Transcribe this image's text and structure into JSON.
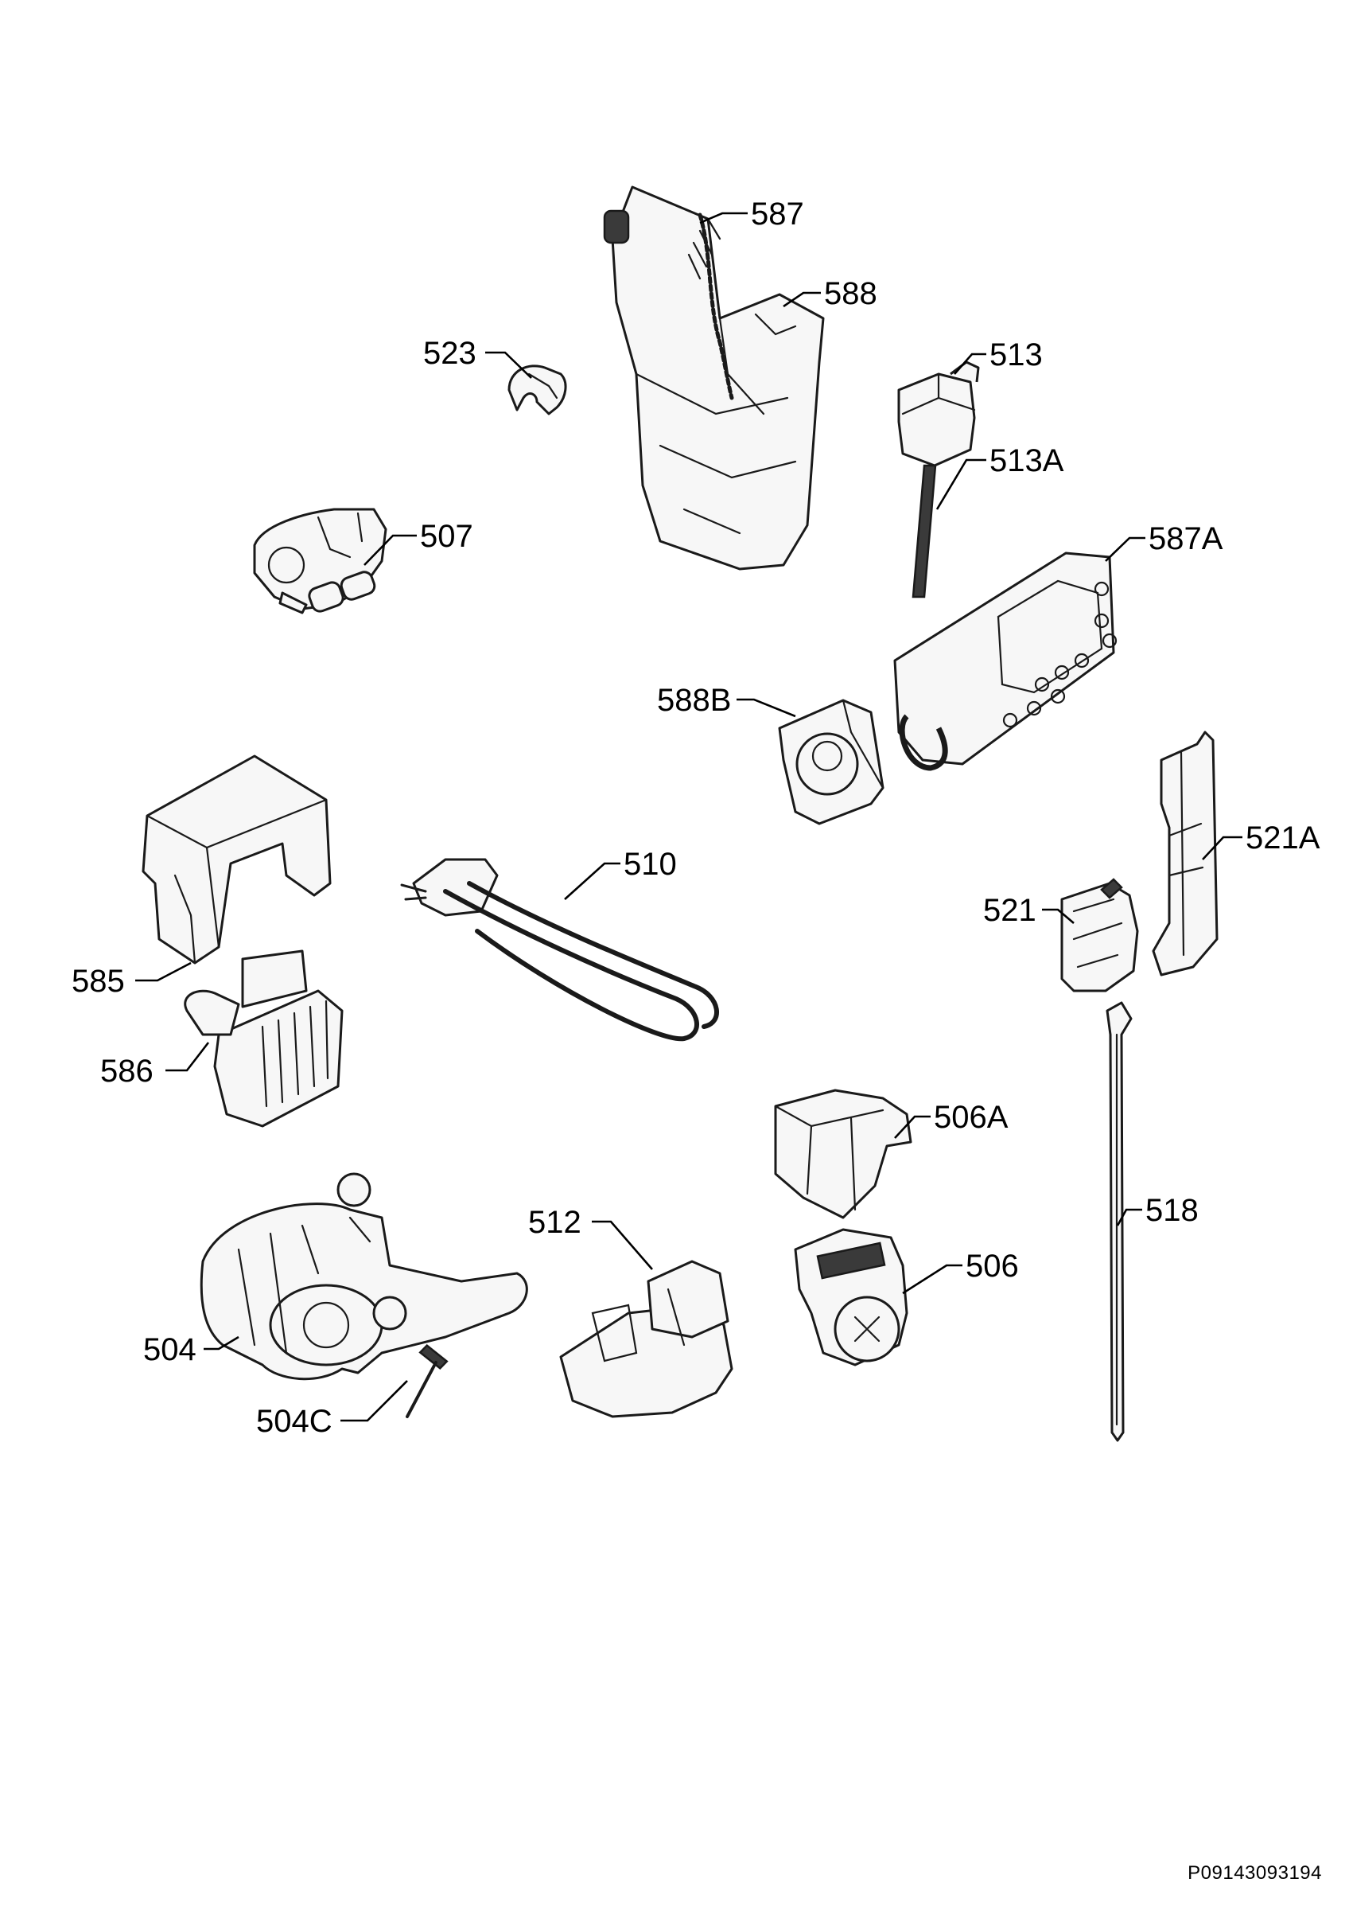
{
  "callouts": [
    {
      "id": "587",
      "label": "587"
    },
    {
      "id": "588",
      "label": "588"
    },
    {
      "id": "523",
      "label": "523"
    },
    {
      "id": "513",
      "label": "513"
    },
    {
      "id": "513A",
      "label": "513A"
    },
    {
      "id": "507",
      "label": "507"
    },
    {
      "id": "587A",
      "label": "587A"
    },
    {
      "id": "588B",
      "label": "588B"
    },
    {
      "id": "510",
      "label": "510"
    },
    {
      "id": "521A",
      "label": "521A"
    },
    {
      "id": "521",
      "label": "521"
    },
    {
      "id": "585",
      "label": "585"
    },
    {
      "id": "586",
      "label": "586"
    },
    {
      "id": "506A",
      "label": "506A"
    },
    {
      "id": "518",
      "label": "518"
    },
    {
      "id": "512",
      "label": "512"
    },
    {
      "id": "506",
      "label": "506"
    },
    {
      "id": "504",
      "label": "504"
    },
    {
      "id": "504C",
      "label": "504C"
    }
  ],
  "document_code": "P09143093194"
}
